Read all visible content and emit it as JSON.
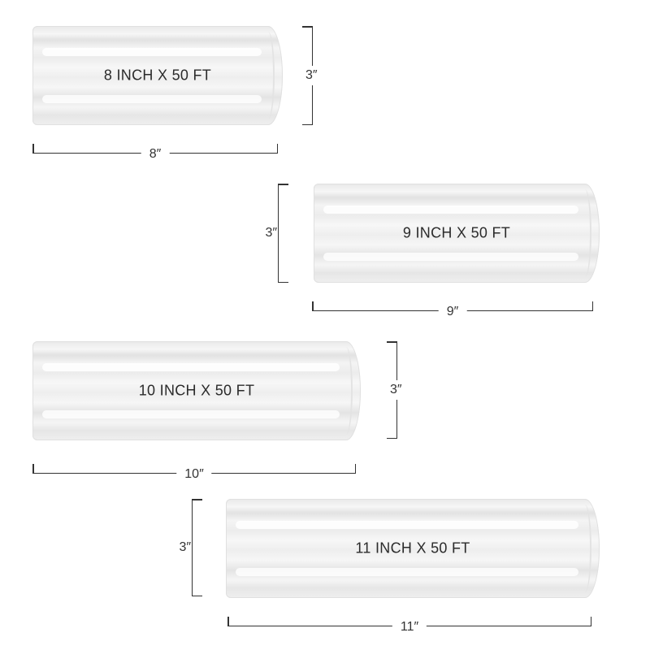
{
  "rolls": [
    {
      "label": "8 INCH X 50 FT",
      "width_dim": "8″",
      "height_dim": "3″"
    },
    {
      "label": "9 INCH X 50 FT",
      "width_dim": "9″",
      "height_dim": "3″"
    },
    {
      "label": "10 INCH X 50 FT",
      "width_dim": "10″",
      "height_dim": "3″"
    },
    {
      "label": "11 INCH X 50 FT",
      "width_dim": "11″",
      "height_dim": "3″"
    }
  ]
}
